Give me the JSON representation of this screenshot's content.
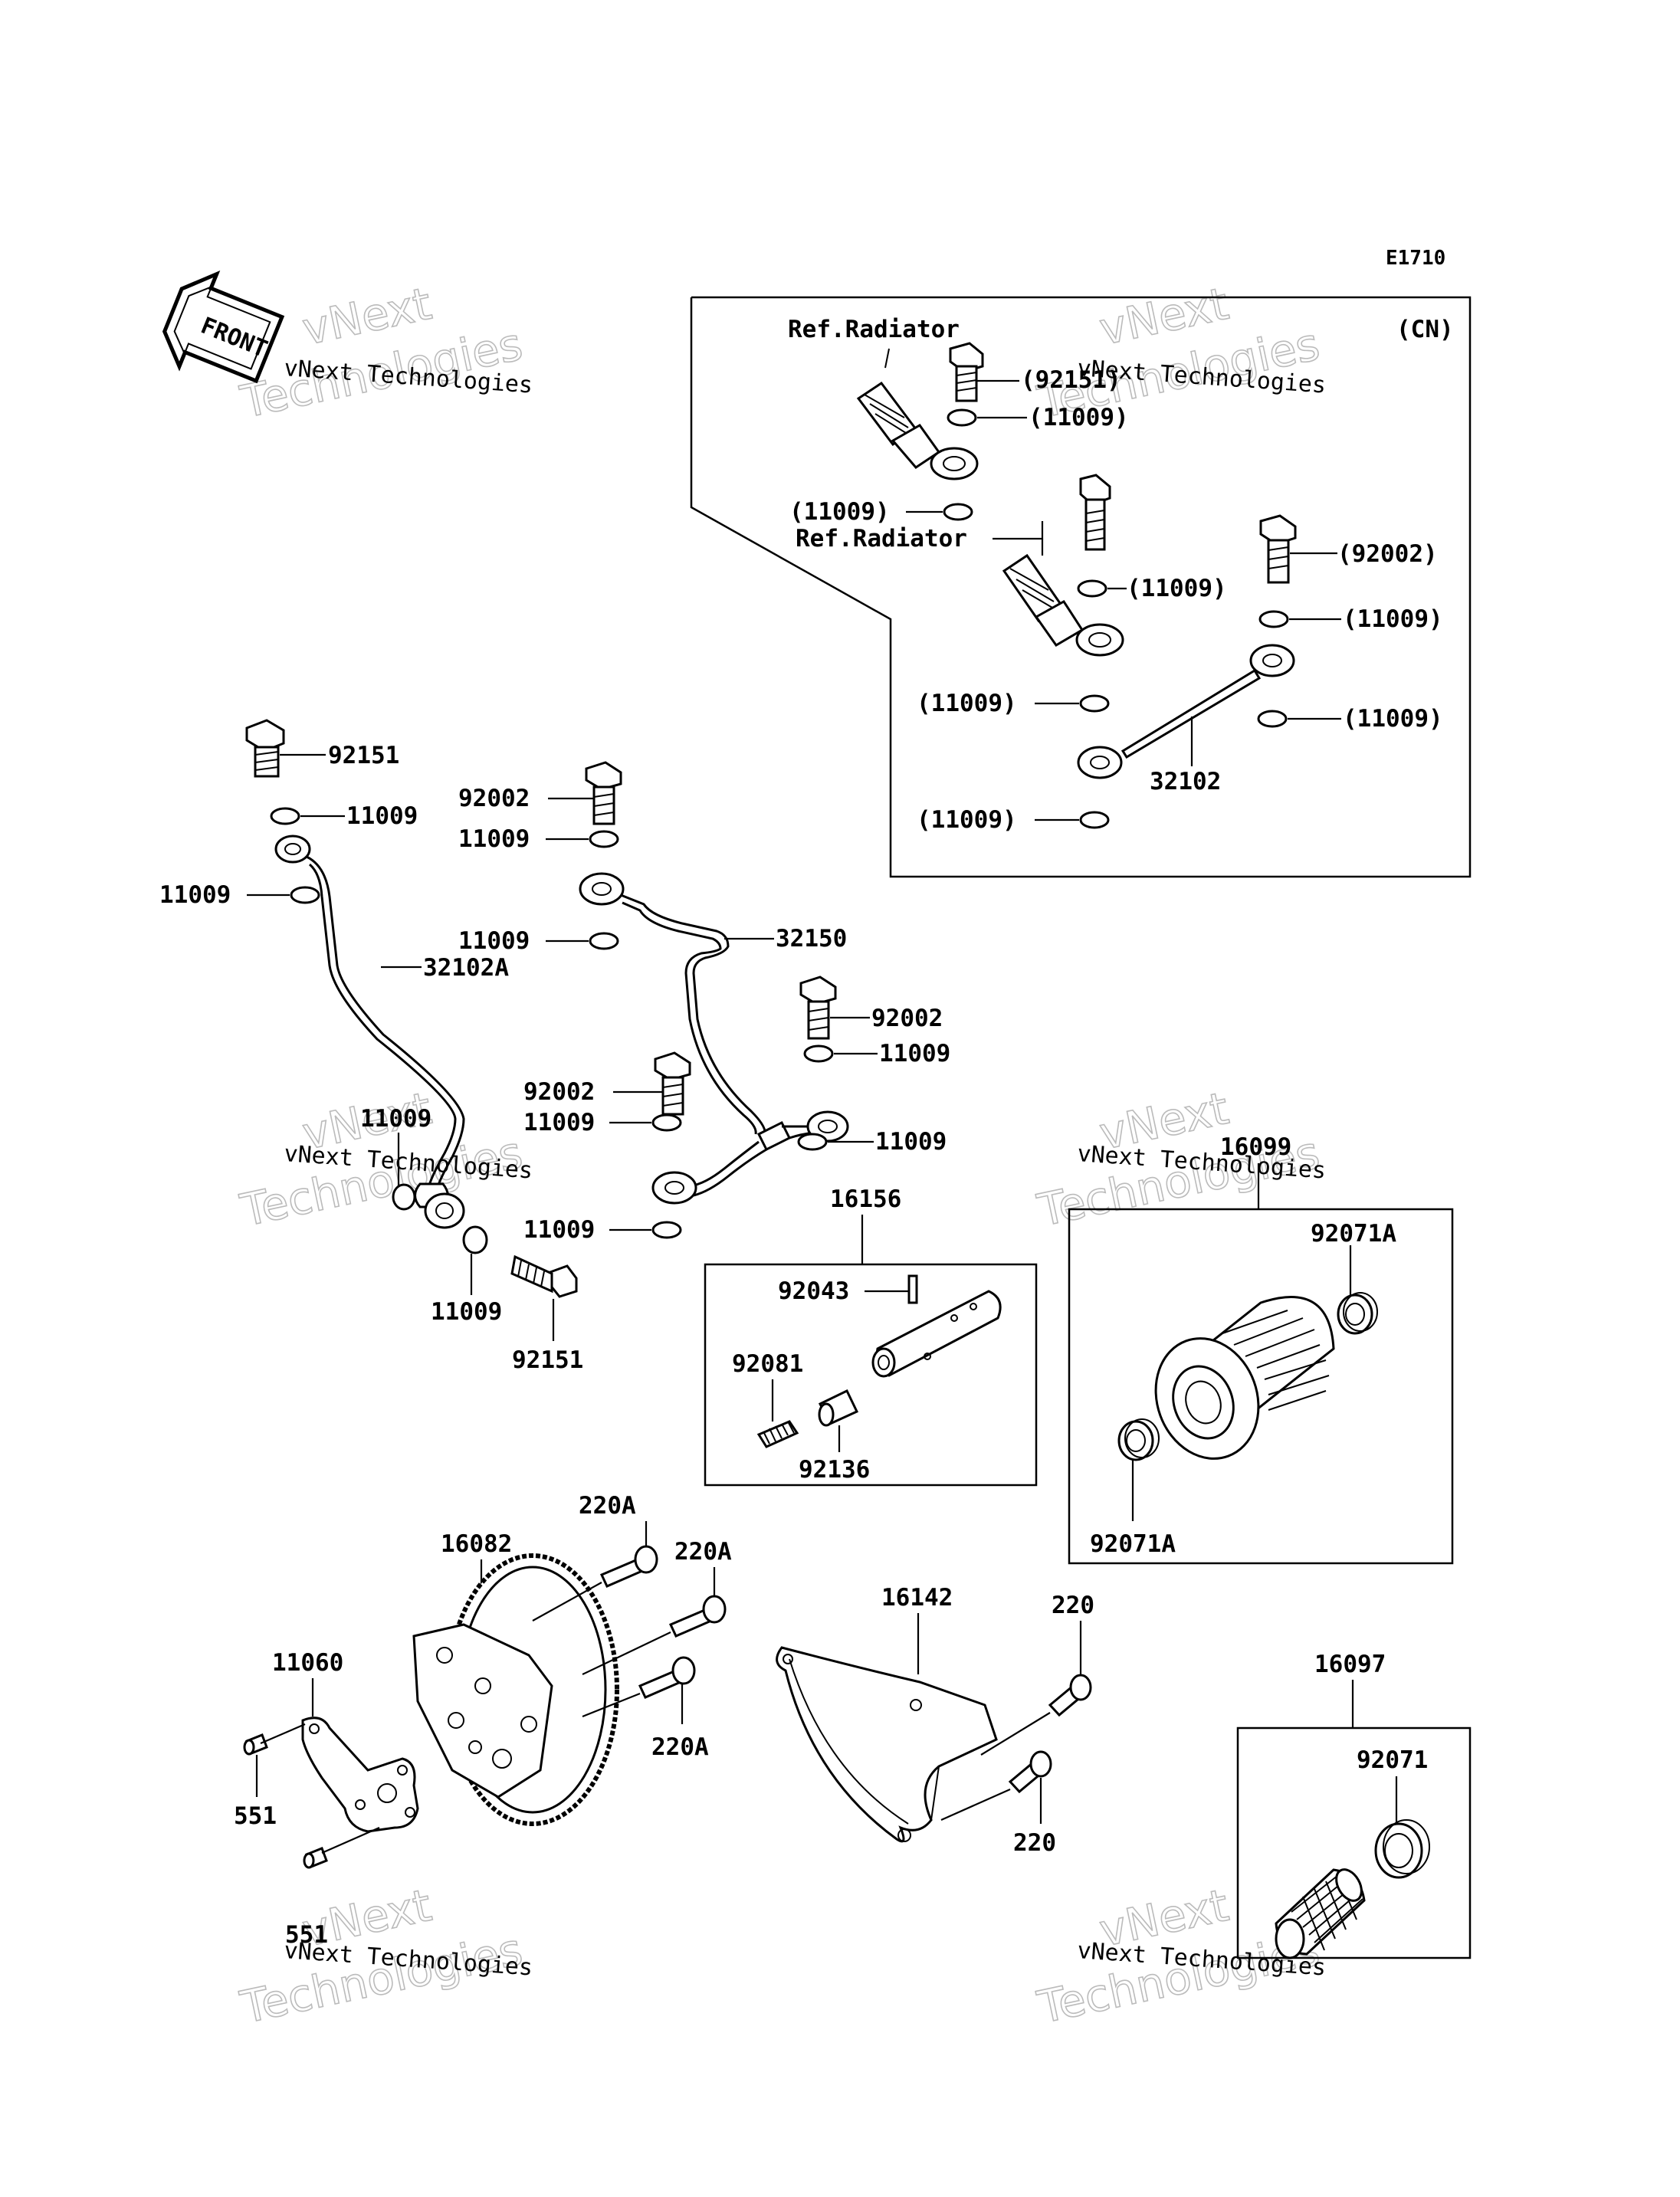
{
  "diagram_code": "E1710",
  "variant": "(CN)",
  "front_label": "FRONT",
  "ref_radiator": "Ref.Radiator",
  "watermark_line1": "vNext Technologies",
  "watermark_line2": "vNext",
  "watermark_line3": "Technologies",
  "parts": {
    "p92151_cn": "(92151)",
    "p11009_cn_a": "(11009)",
    "p11009_cn_b": "(11009)",
    "p11009_cn_c": "(11009)",
    "p92002_cn": "(92002)",
    "p11009_cn_d": "(11009)",
    "p11009_cn_e": "(11009)",
    "p11009_cn_f": "(11009)",
    "p11009_cn_g": "(11009)",
    "p32102": "32102",
    "p92151_a": "92151",
    "p11009_a": "11009",
    "p11009_b": "11009",
    "p32102A": "32102A",
    "p92002_a": "92002",
    "p11009_c": "11009",
    "p11009_d": "11009",
    "p32150": "32150",
    "p92002_b": "92002",
    "p11009_e": "11009",
    "p92002_c": "92002",
    "p11009_f": "11009",
    "p11009_g": "11009",
    "p11009_h": "11009",
    "p11009_i": "11009",
    "p11009_j": "11009",
    "p92151_b": "92151",
    "p16156": "16156",
    "p92043": "92043",
    "p92081": "92081",
    "p92136": "92136",
    "p16099": "16099",
    "p92071A_a": "92071A",
    "p92071A_b": "92071A",
    "p16082": "16082",
    "p220A_a": "220A",
    "p220A_b": "220A",
    "p220A_c": "220A",
    "p11060": "11060",
    "p551": "551",
    "p551_b": "551",
    "p16142": "16142",
    "p220_a": "220",
    "p220_b": "220",
    "p16097": "16097",
    "p92071": "92071"
  }
}
